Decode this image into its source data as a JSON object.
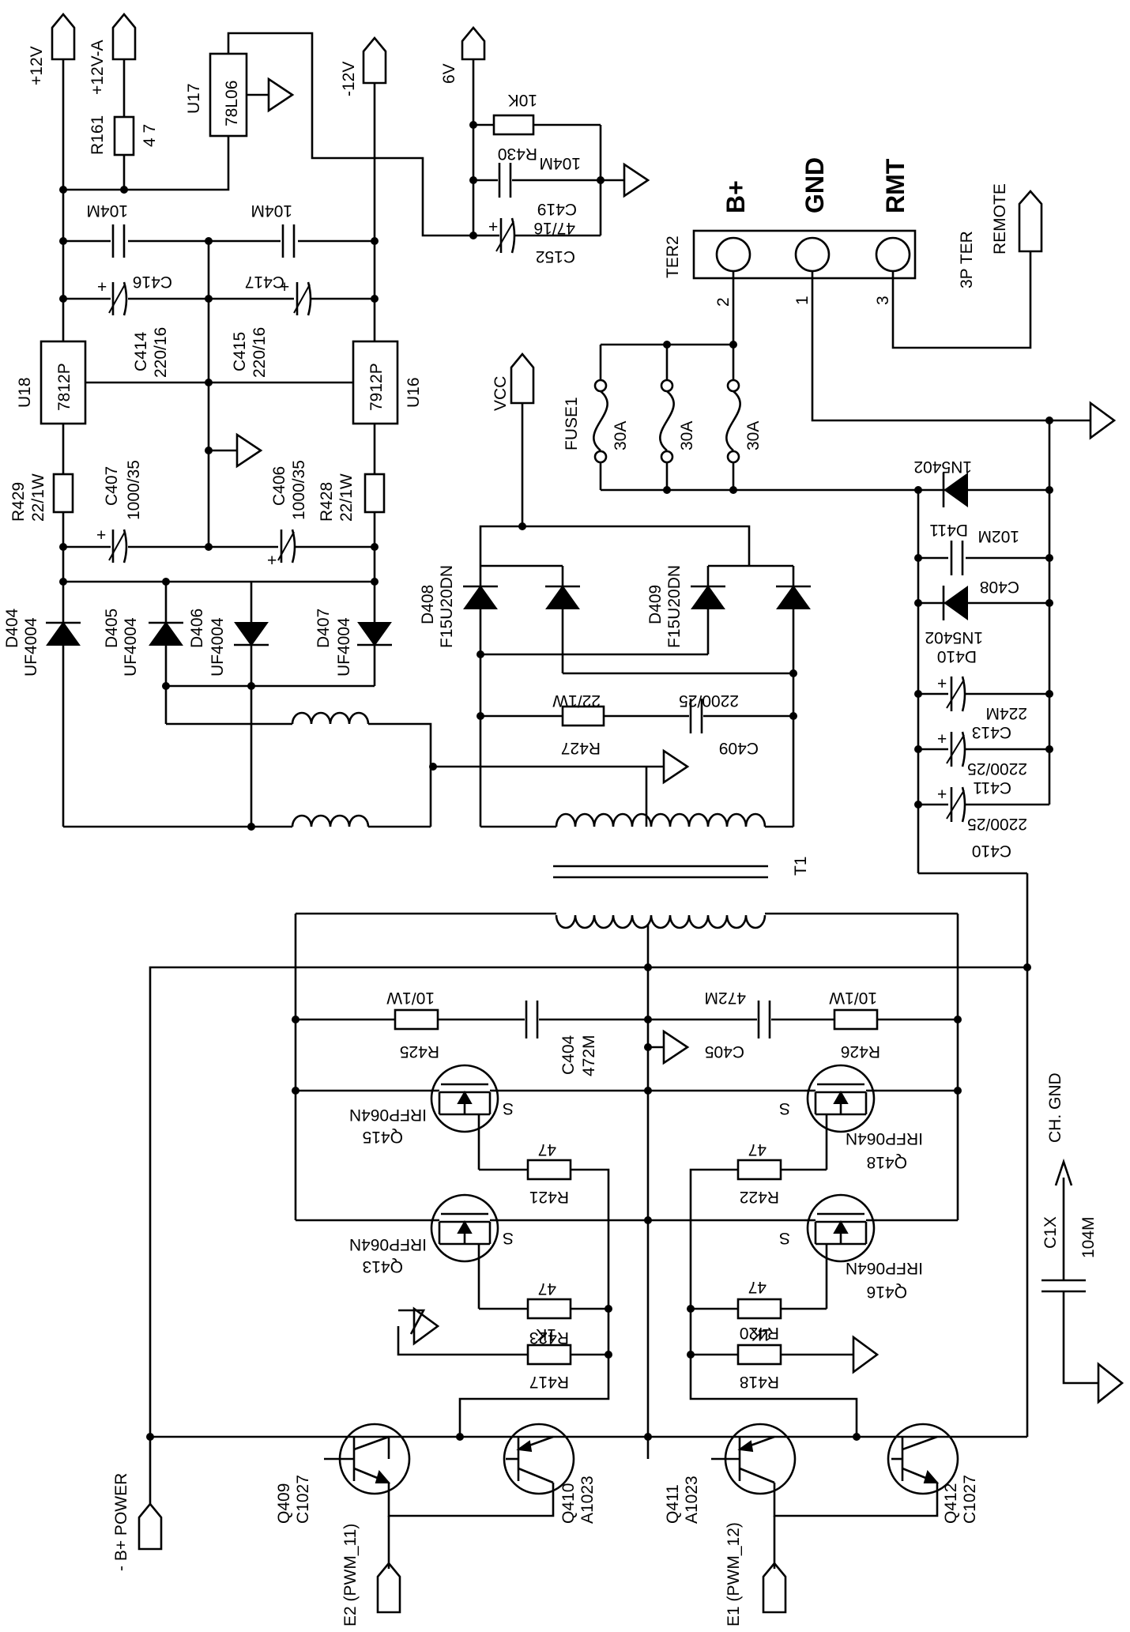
{
  "rails": {
    "p12v": "+12V",
    "p12va": "+12V-A",
    "m12v": "-12V",
    "v6": "6V",
    "vcc": "VCC",
    "remote": "REMOTE",
    "bplus_power": "- B+ POWER",
    "ch_gnd": "CH. GND"
  },
  "terminal": {
    "ref": "TER2",
    "type": "3P TER",
    "pins": [
      {
        "label": "B+",
        "num": "2"
      },
      {
        "label": "GND",
        "num": "1"
      },
      {
        "label": "RMT",
        "num": "3"
      }
    ]
  },
  "fuse": {
    "ref": "FUSE1",
    "ratings": [
      "30A",
      "30A",
      "30A"
    ]
  },
  "transformer": {
    "ref": "T1"
  },
  "regulators": [
    {
      "ref": "U18",
      "part": "7812P"
    },
    {
      "ref": "U16",
      "part": "7912P"
    },
    {
      "ref": "U17",
      "part": "78L06"
    }
  ],
  "resistors": [
    {
      "ref": "R161",
      "value": "4 7"
    },
    {
      "ref": "R430",
      "value": "10K"
    },
    {
      "ref": "R429",
      "value": "22/1W"
    },
    {
      "ref": "R428",
      "value": "22/1W"
    },
    {
      "ref": "R427",
      "value": "22/1W"
    },
    {
      "ref": "R425",
      "value": "10/1W"
    },
    {
      "ref": "R426",
      "value": "10/1W"
    },
    {
      "ref": "R421",
      "value": "47"
    },
    {
      "ref": "R422",
      "value": "47"
    },
    {
      "ref": "R423",
      "value": "47"
    },
    {
      "ref": "R420",
      "value": "47"
    },
    {
      "ref": "R417",
      "value": "1K"
    },
    {
      "ref": "R418",
      "value": "1K"
    }
  ],
  "capacitors": [
    {
      "ref": "C416",
      "value": "104M"
    },
    {
      "ref": "C417",
      "value": "104M"
    },
    {
      "ref": "C414",
      "value": "220/16"
    },
    {
      "ref": "C415",
      "value": "220/16"
    },
    {
      "ref": "C407",
      "value": "1000/35"
    },
    {
      "ref": "C406",
      "value": "1000/35"
    },
    {
      "ref": "C419",
      "value": "104M"
    },
    {
      "ref": "C152",
      "value": "47/16"
    },
    {
      "ref": "C408",
      "value": "102M"
    },
    {
      "ref": "C413",
      "value": "224M"
    },
    {
      "ref": "C411",
      "value": "2200/25"
    },
    {
      "ref": "C410",
      "value": "2200/25"
    },
    {
      "ref": "C409",
      "value": "2200/25"
    },
    {
      "ref": "C404",
      "value": "472M"
    },
    {
      "ref": "C405",
      "value": "472M"
    },
    {
      "ref": "C1X",
      "value": "104M"
    }
  ],
  "diodes": [
    {
      "ref": "D404",
      "part": "UF4004"
    },
    {
      "ref": "D405",
      "part": "UF4004"
    },
    {
      "ref": "D406",
      "part": "UF4004"
    },
    {
      "ref": "D407",
      "part": "UF4004"
    },
    {
      "ref": "D408",
      "part": "F15U20DN"
    },
    {
      "ref": "D409",
      "part": "F15U20DN"
    },
    {
      "ref": "D410",
      "part": "1N5402"
    },
    {
      "ref": "D411",
      "part": "1N5402"
    }
  ],
  "mosfets": [
    {
      "ref": "Q415",
      "part": "IRFP064N",
      "pin": "S"
    },
    {
      "ref": "Q413",
      "part": "IRFP064N",
      "pin": "S"
    },
    {
      "ref": "Q418",
      "part": "IRFP064N",
      "pin": "S"
    },
    {
      "ref": "Q416",
      "part": "IRFP064N",
      "pin": "S"
    }
  ],
  "bjts": [
    {
      "ref": "Q409",
      "part": "C1027"
    },
    {
      "ref": "Q410",
      "part": "A1023"
    },
    {
      "ref": "Q411",
      "part": "A1023"
    },
    {
      "ref": "Q412",
      "part": "C1027"
    }
  ],
  "inputs": [
    {
      "label": "E2 (PWM_11)"
    },
    {
      "label": "E1 (PWM_12)"
    }
  ]
}
